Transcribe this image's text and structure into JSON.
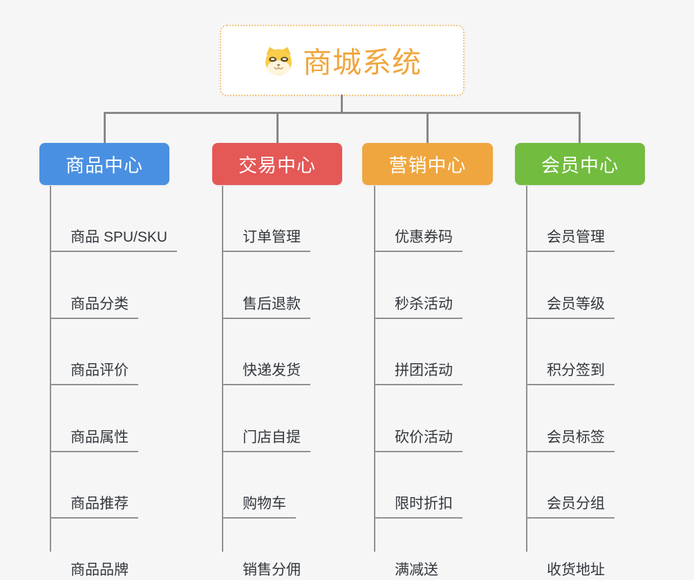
{
  "root": {
    "label": "商城系统",
    "icon": "dog-face-icon",
    "accent_color": "#f0a63e",
    "border_color": "#f2c278"
  },
  "branches": [
    {
      "label": "商品中心",
      "color": "#4a90e2",
      "items": [
        "商品 SPU/SKU",
        "商品分类",
        "商品评价",
        "商品属性",
        "商品推荐",
        "商品品牌"
      ]
    },
    {
      "label": "交易中心",
      "color": "#e45856",
      "items": [
        "订单管理",
        "售后退款",
        "快递发货",
        "门店自提",
        "购物车",
        "销售分佣"
      ]
    },
    {
      "label": "营销中心",
      "color": "#efa63f",
      "items": [
        "优惠券码",
        "秒杀活动",
        "拼团活动",
        "砍价活动",
        "限时折扣",
        "满减送"
      ]
    },
    {
      "label": "会员中心",
      "color": "#72bc3f",
      "items": [
        "会员管理",
        "会员等级",
        "积分签到",
        "会员标签",
        "会员分组",
        "收货地址"
      ]
    }
  ],
  "colors": {
    "background": "#f6f6f7",
    "connector_gray": "#878787",
    "underline_gray": "#8f8f8f",
    "item_text": "#32373c"
  }
}
